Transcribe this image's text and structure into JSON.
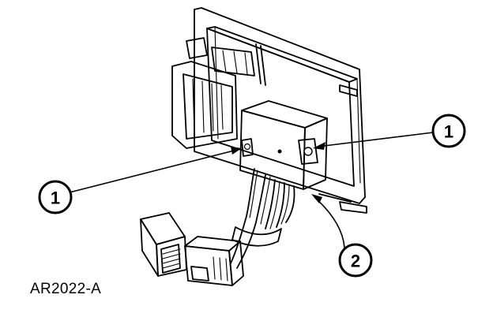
{
  "figure_code": "AR2022-A",
  "callouts": [
    {
      "label": "1"
    },
    {
      "label": "1"
    },
    {
      "label": "2"
    }
  ]
}
